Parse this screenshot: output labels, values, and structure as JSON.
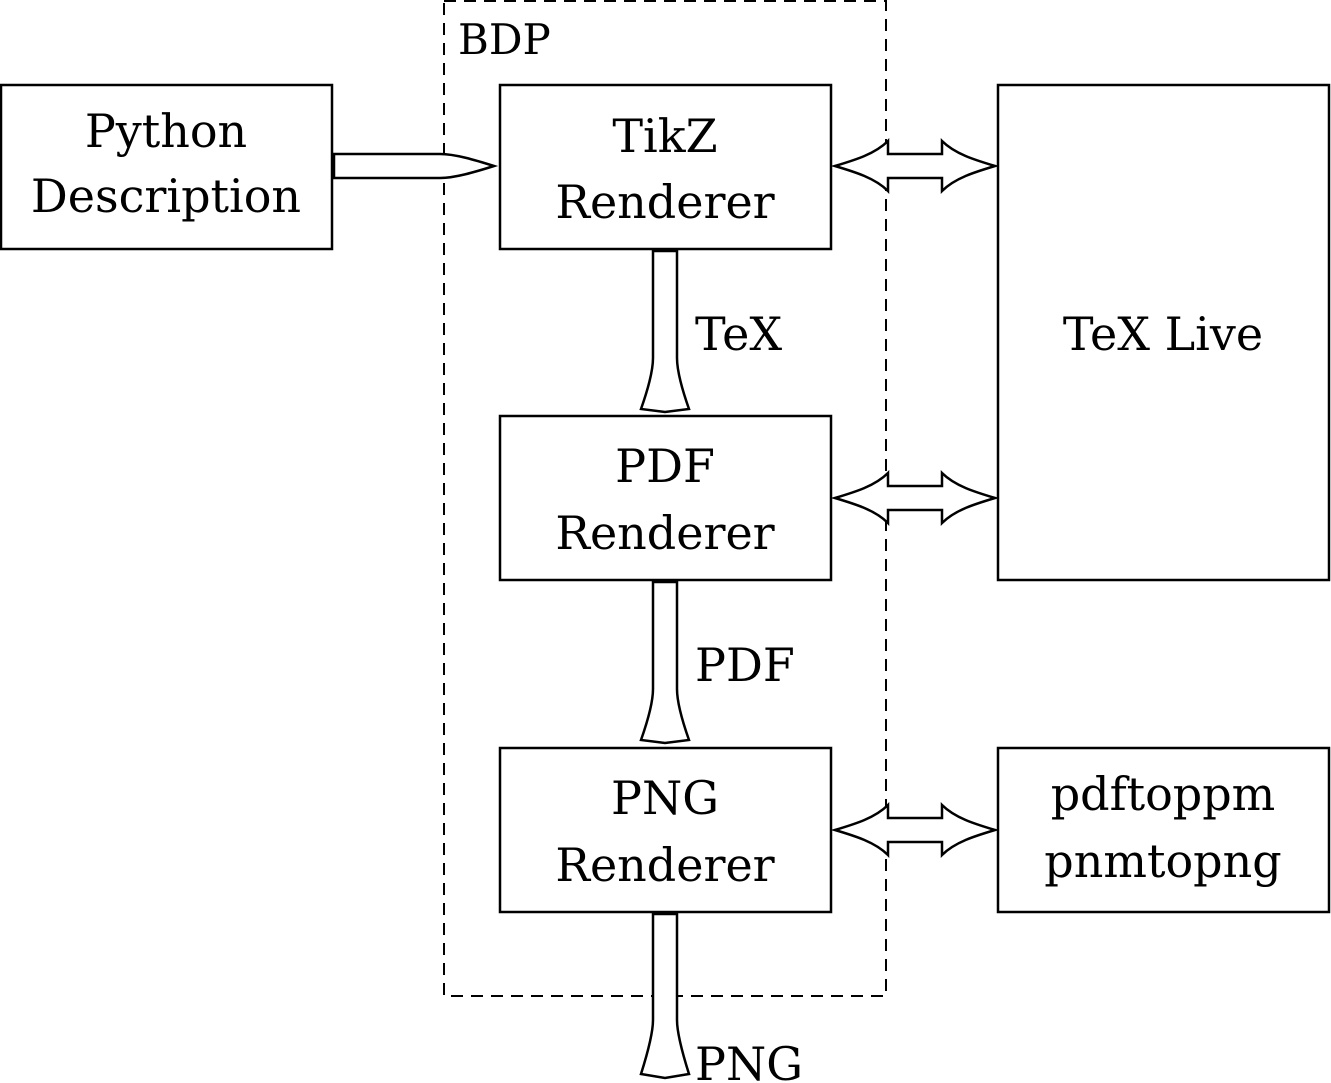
{
  "group": {
    "label": "BDP"
  },
  "nodes": {
    "python": {
      "line1": "Python",
      "line2": "Description"
    },
    "tikz": {
      "line1": "TikZ",
      "line2": "Renderer"
    },
    "pdf": {
      "line1": "PDF",
      "line2": "Renderer"
    },
    "png": {
      "line1": "PNG",
      "line2": "Renderer"
    },
    "texlive": {
      "line1": "TeX Live"
    },
    "tools": {
      "line1": "pdftoppm",
      "line2": "pnmtopng"
    }
  },
  "edges": {
    "tikz_to_pdf": "TeX",
    "pdf_to_png": "PDF",
    "png_out": "PNG"
  }
}
